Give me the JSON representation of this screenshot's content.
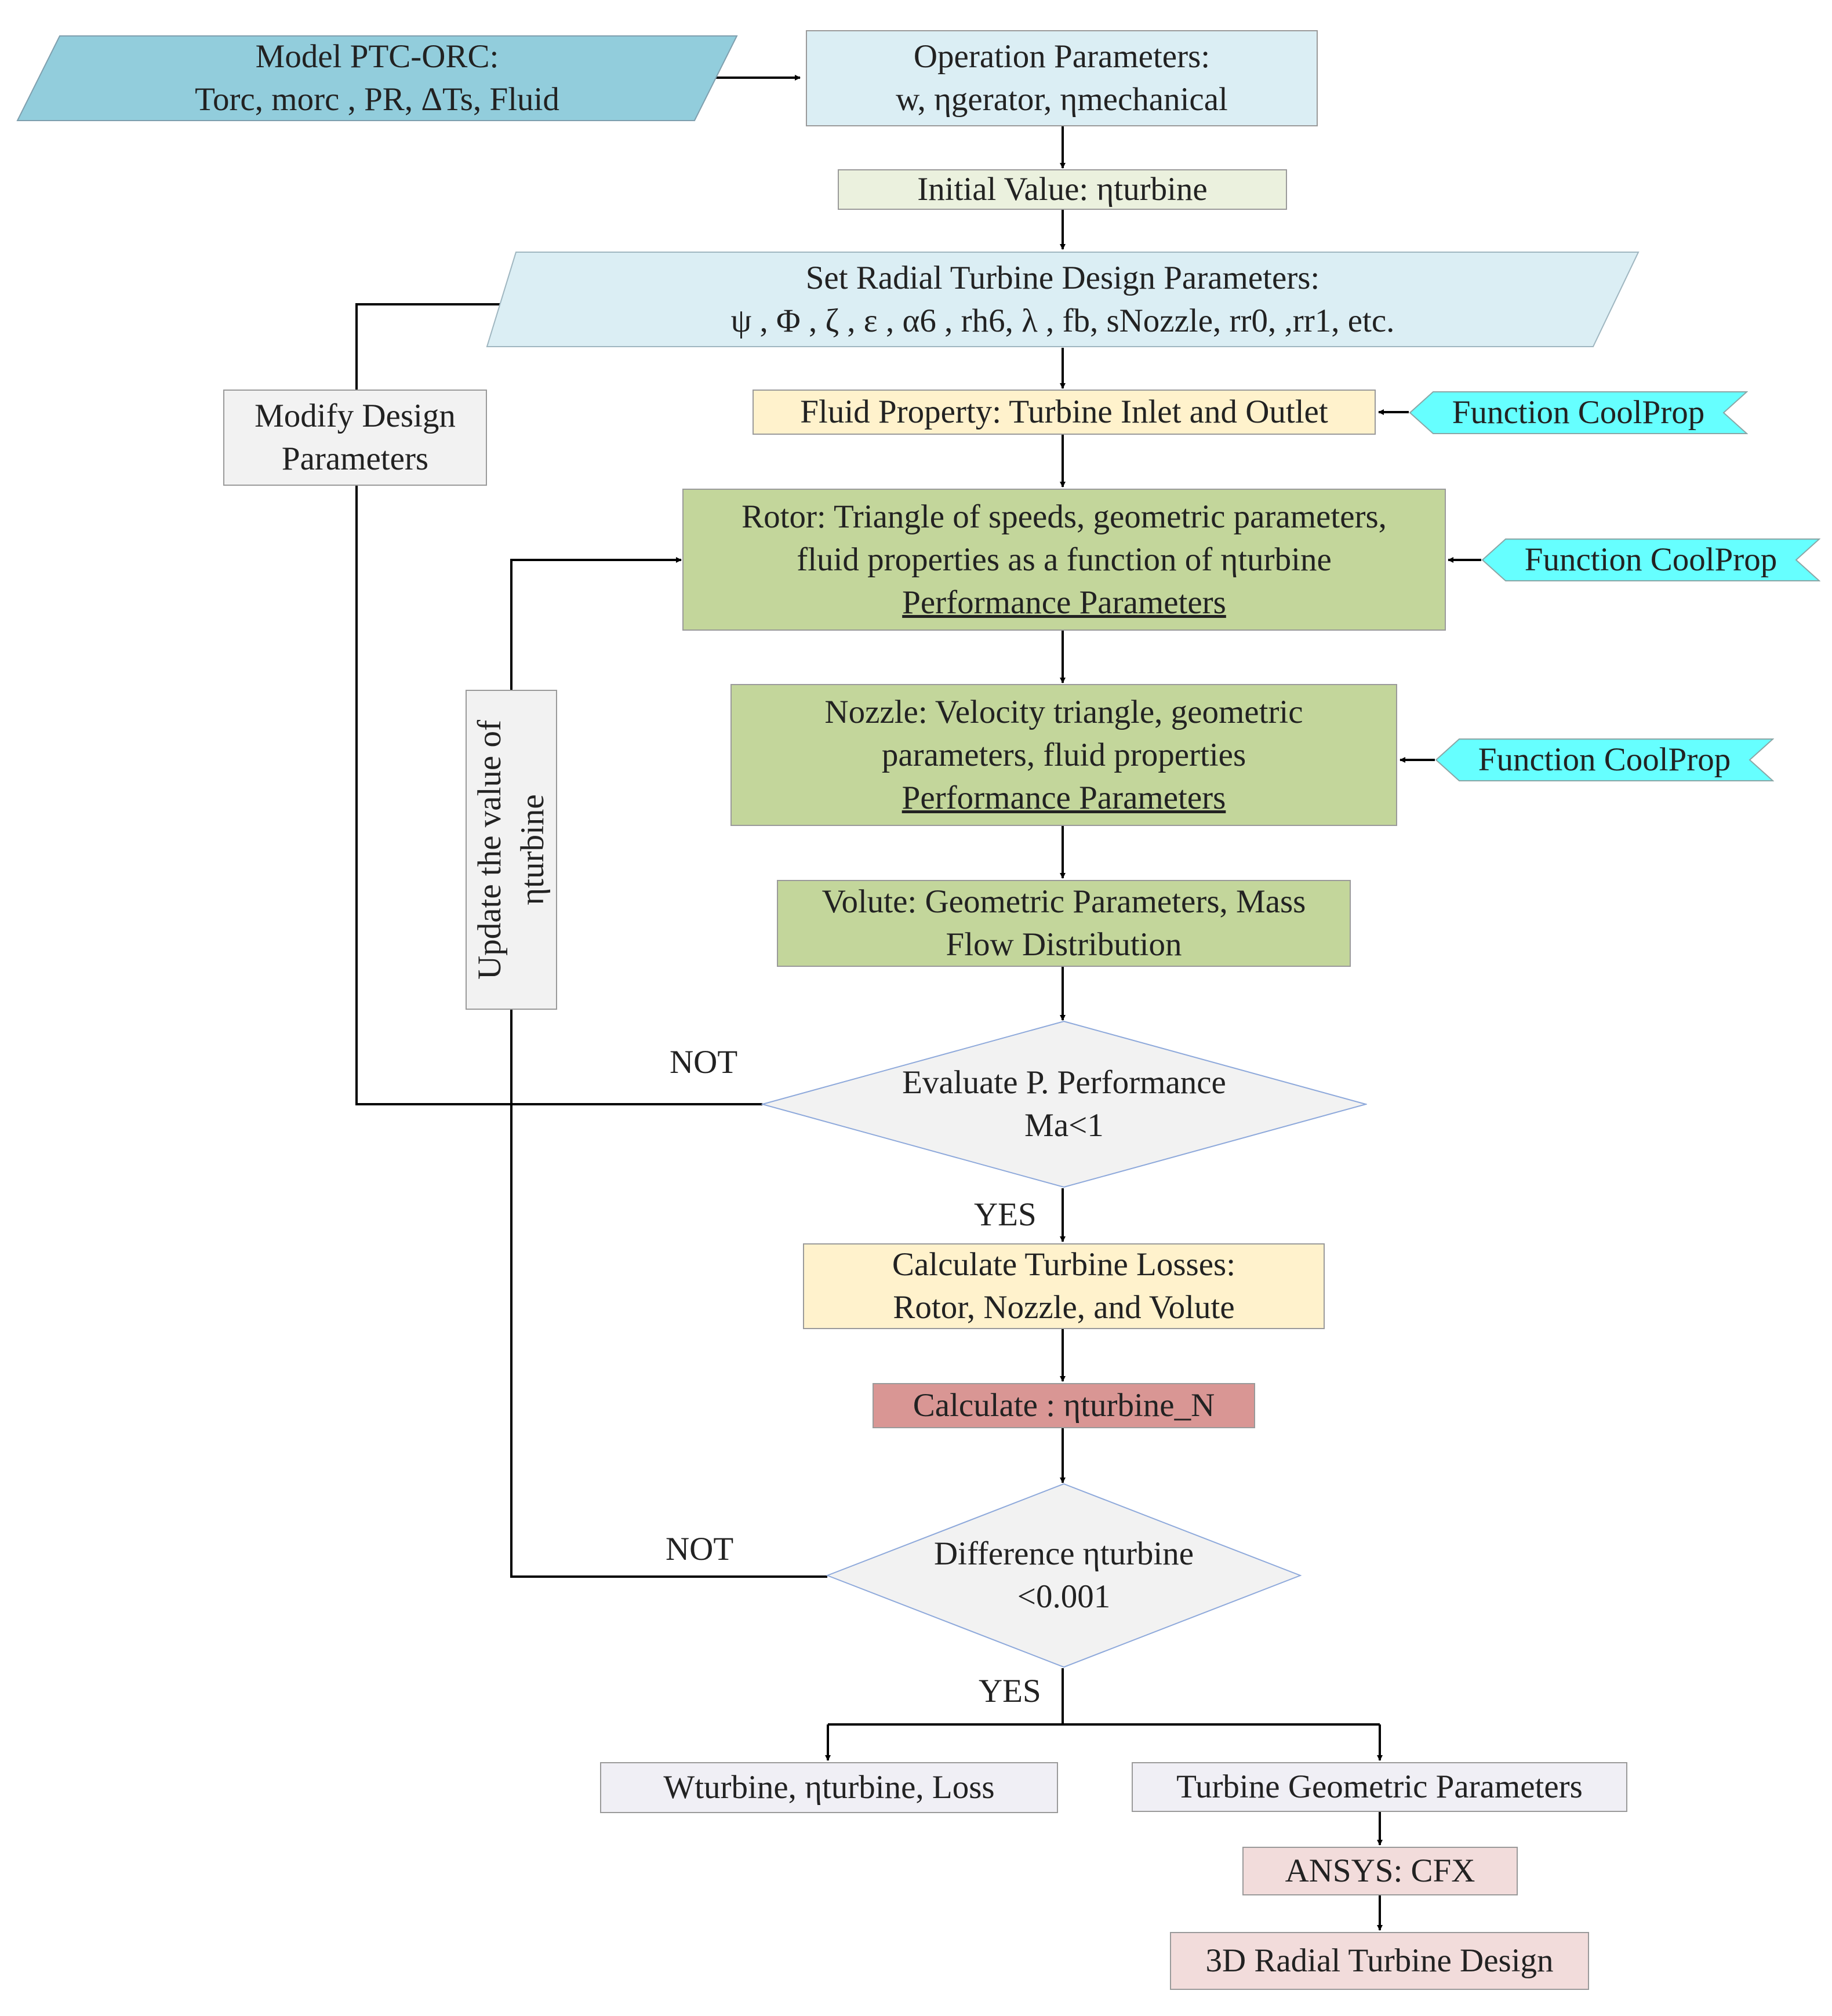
{
  "nodes": {
    "model": {
      "line1": "Model PTC-ORC:",
      "line2": "Torc, morc , PR, ΔTs, Fluid"
    },
    "operation": {
      "line1": "Operation Parameters:",
      "line2": "w,  ηgerator, ηmechanical"
    },
    "initial": {
      "text": "Initial Value:  ηturbine"
    },
    "design": {
      "line1": "Set Radial Turbine Design Parameters:",
      "line2": "ψ , Φ , ζ , ε , α6 , rh6, λ , fb, sNozzle, rr0, ,rr1, etc."
    },
    "fluid": {
      "text": "Fluid Property: Turbine Inlet and Outlet"
    },
    "coolprop1": {
      "text": "Function CoolProp"
    },
    "modify": {
      "line1": "Modify Design",
      "line2": "Parameters"
    },
    "rotor": {
      "line1": "Rotor: Triangle of speeds, geometric parameters,",
      "line2": "fluid properties as a function of  ηturbine",
      "line3": "Performance Parameters"
    },
    "coolprop2": {
      "text": "Function CoolProp"
    },
    "nozzle": {
      "line1": "Nozzle: Velocity triangle, geometric",
      "line2": "parameters, fluid properties",
      "line3": "Performance Parameters"
    },
    "coolprop3": {
      "text": "Function CoolProp"
    },
    "update": {
      "line1": "Update the value of",
      "line2": "ηturbine"
    },
    "volute": {
      "line1": "Volute: Geometric Parameters, Mass",
      "line2": "Flow Distribution"
    },
    "evaluate": {
      "line1": "Evaluate P. Performance",
      "line2": "Ma<1"
    },
    "losses": {
      "line1": "Calculate Turbine Losses:",
      "line2": "Rotor, Nozzle, and Volute"
    },
    "calculate": {
      "text": "Calculate : ηturbine_N"
    },
    "difference": {
      "line1": "Difference ηturbine",
      "line2": "<0.001"
    },
    "outputs": {
      "text": "Wturbine, ηturbine, Loss"
    },
    "geometric": {
      "text": "Turbine Geometric Parameters"
    },
    "ansys": {
      "text": "ANSYS: CFX"
    },
    "design3d": {
      "text": "3D Radial Turbine Design"
    }
  },
  "labels": {
    "not1": "NOT",
    "yes1": "YES",
    "not2": "NOT",
    "yes2": "YES"
  },
  "colors": {
    "model_fill": "#92cddc",
    "light_blue": "#dbeef4",
    "light_green": "#ebf1de",
    "cream": "#fff2cc",
    "cyan": "#66ffff",
    "green": "#c3d69b",
    "gray": "#f2f2f2",
    "red": "#d99694",
    "lavender": "#f0eff5",
    "pink": "#f2dcdb"
  }
}
